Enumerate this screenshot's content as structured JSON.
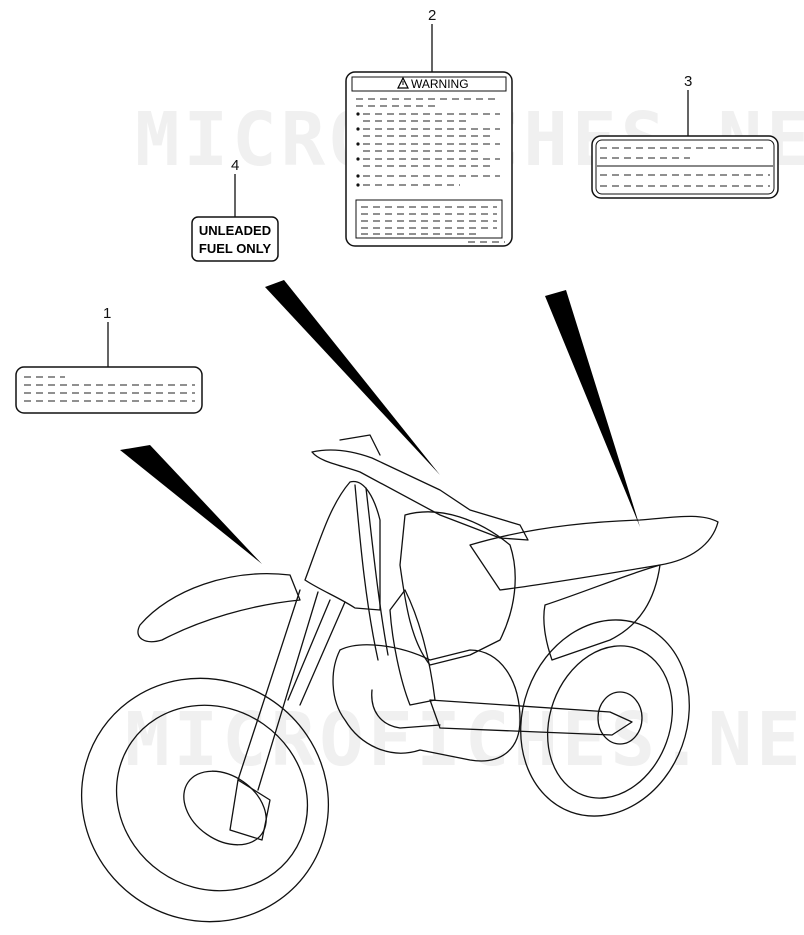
{
  "watermark": {
    "text": "MICROFICHES.NET"
  },
  "callouts": [
    {
      "number": "1",
      "item": "label-1"
    },
    {
      "number": "2",
      "item": "warning-label"
    },
    {
      "number": "3",
      "item": "label-3"
    },
    {
      "number": "4",
      "item": "fuel-label"
    }
  ],
  "warning_label": {
    "title": "WARNING",
    "icon": "warning-triangle-icon"
  },
  "fuel_label": {
    "line1": "UNLEADED",
    "line2": "FUEL ONLY"
  },
  "subject": {
    "icon": "motorcycle-outline-icon"
  },
  "colors": {
    "ink": "#111111",
    "background": "#ffffff",
    "watermark": "#f0f0f0"
  }
}
